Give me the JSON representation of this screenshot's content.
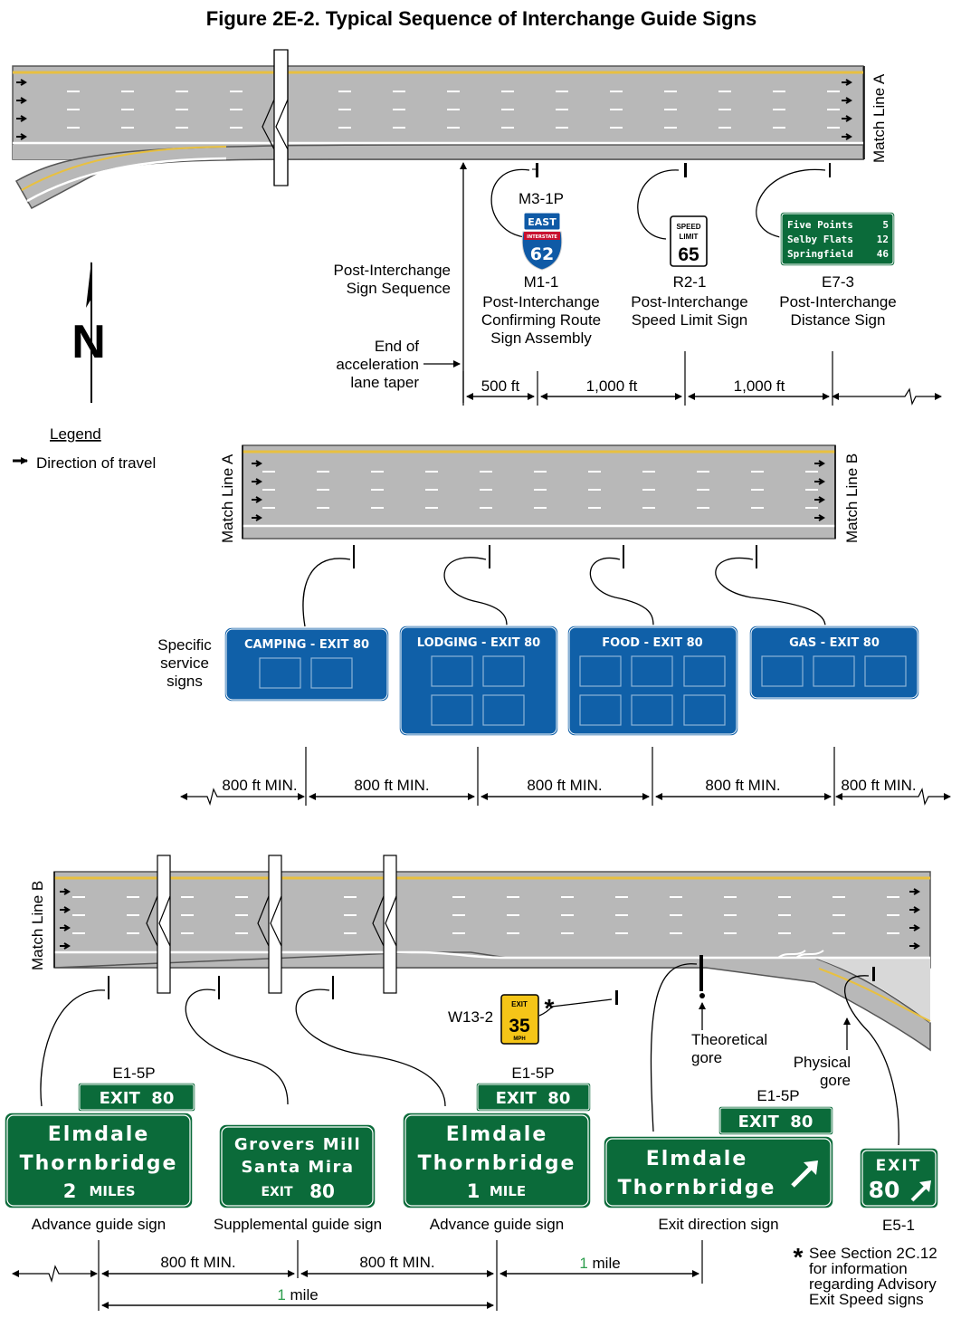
{
  "title": "Figure 2E-2.  Typical Sequence of Interchange Guide Signs",
  "match_lines": {
    "a": "Match Line A",
    "b": "Match Line B"
  },
  "legend": {
    "heading": "Legend",
    "item": "Direction of travel"
  },
  "north": "N",
  "section1": {
    "post_sequence": [
      "Post-Interchange",
      "Sign Sequence"
    ],
    "end_taper": [
      "End of",
      "acceleration",
      "lane taper"
    ],
    "m3_code": "M3-1P",
    "m3_text": "EAST",
    "shield_banner": "INTERSTATE",
    "shield_number": "62",
    "m1_label": [
      "M1-1",
      "Post-Interchange",
      "Confirming Route",
      "Sign Assembly"
    ],
    "speed_sign": [
      "SPEED",
      "LIMIT",
      "65"
    ],
    "r2_label": [
      "R2-1",
      "Post-Interchange",
      "Speed Limit Sign"
    ],
    "distance_sign": [
      [
        "Five Points",
        "5"
      ],
      [
        "Selby Flats",
        "12"
      ],
      [
        "Springfield",
        "46"
      ]
    ],
    "e7_label": [
      "E7-3",
      "Post-Interchange",
      "Distance Sign"
    ],
    "dims": [
      "500 ft",
      "1,000 ft",
      "1,000 ft"
    ]
  },
  "section2": {
    "specific_label": [
      "Specific",
      "service",
      "signs"
    ],
    "signs": [
      "CAMPING - EXIT  80",
      "LODGING - EXIT  80",
      "FOOD - EXIT  80",
      "GAS - EXIT  80"
    ],
    "dims": [
      "800 ft MIN.",
      "800 ft MIN.",
      "800 ft MIN.",
      "800 ft MIN.",
      "800 ft MIN."
    ]
  },
  "section3": {
    "w13_code": "W13-2",
    "w13_sign": [
      "EXIT",
      "35",
      "MPH"
    ],
    "asterisk": "*",
    "theoretical_gore": [
      "Theoretical",
      "gore"
    ],
    "physical_gore": [
      "Physical",
      "gore"
    ],
    "plaque_code": "E1-5P",
    "plaque_text": "EXIT  80",
    "advance_2": [
      "Elmdale",
      "Thornbridge",
      "2",
      "MILES"
    ],
    "supplemental": [
      "Grovers Mill",
      "Santa Mira",
      "EXIT",
      "80"
    ],
    "advance_1": [
      "Elmdale",
      "Thornbridge",
      "1",
      "MILE"
    ],
    "exit_direction": [
      "Elmdale",
      "Thornbridge"
    ],
    "e5_sign": [
      "EXIT",
      "80"
    ],
    "e5_code": "E5-1",
    "captions": [
      "Advance guide sign",
      "Supplemental guide sign",
      "Advance guide sign",
      "Exit direction sign"
    ],
    "dims_top": [
      "800 ft MIN.",
      "800 ft MIN."
    ],
    "dim_mile_num": "1",
    "dim_mile_unit": " mile",
    "note": [
      "See Section 2C.12",
      "for information",
      "regarding Advisory",
      "Exit Speed signs"
    ]
  }
}
